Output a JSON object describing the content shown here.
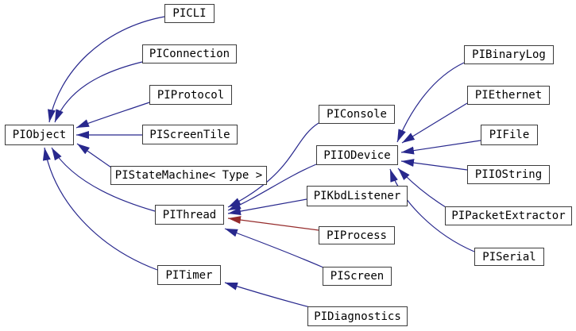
{
  "diagram": {
    "kind": "class-inheritance-graph",
    "root_class": "PIObject",
    "node_count": 20,
    "edge_count": 19
  },
  "colors": {
    "edge_public": "#28288d",
    "edge_private": "#952b2b",
    "node_border": "#3c3c3c",
    "node_bg": "#ffffff",
    "text": "#000000",
    "background": "#ffffff"
  },
  "nodes": {
    "piobject": {
      "label": "PIObject"
    },
    "picli": {
      "label": "PICLI"
    },
    "piconnection": {
      "label": "PIConnection"
    },
    "piprotocol": {
      "label": "PIProtocol"
    },
    "piscreentile": {
      "label": "PIScreenTile"
    },
    "pistatemachine": {
      "label": "PIStateMachine< Type >"
    },
    "pithread": {
      "label": "PIThread"
    },
    "pitimer": {
      "label": "PITimer"
    },
    "piconsole": {
      "label": "PIConsole"
    },
    "piiodevice": {
      "label": "PIIODevice"
    },
    "pikbdlistener": {
      "label": "PIKbdListener"
    },
    "piprocess": {
      "label": "PIProcess"
    },
    "piscreen": {
      "label": "PIScreen"
    },
    "pidiagnostics": {
      "label": "PIDiagnostics"
    },
    "pibinarylog": {
      "label": "PIBinaryLog"
    },
    "piethernet": {
      "label": "PIEthernet"
    },
    "pifile": {
      "label": "PIFile"
    },
    "piiostring": {
      "label": "PIIOString"
    },
    "pipacketextractor": {
      "label": "PIPacketExtractor"
    },
    "piserial": {
      "label": "PISerial"
    }
  },
  "edges": [
    {
      "from": "PICLI",
      "to": "PIObject",
      "style": "public"
    },
    {
      "from": "PIConnection",
      "to": "PIObject",
      "style": "public"
    },
    {
      "from": "PIProtocol",
      "to": "PIObject",
      "style": "public"
    },
    {
      "from": "PIScreenTile",
      "to": "PIObject",
      "style": "public"
    },
    {
      "from": "PIStateMachine< Type >",
      "to": "PIObject",
      "style": "public"
    },
    {
      "from": "PIThread",
      "to": "PIObject",
      "style": "public"
    },
    {
      "from": "PITimer",
      "to": "PIObject",
      "style": "public"
    },
    {
      "from": "PIConsole",
      "to": "PIThread",
      "style": "public"
    },
    {
      "from": "PIIODevice",
      "to": "PIThread",
      "style": "public"
    },
    {
      "from": "PIKbdListener",
      "to": "PIThread",
      "style": "public"
    },
    {
      "from": "PIProcess",
      "to": "PIThread",
      "style": "private"
    },
    {
      "from": "PIScreen",
      "to": "PIThread",
      "style": "public"
    },
    {
      "from": "PIBinaryLog",
      "to": "PIIODevice",
      "style": "public"
    },
    {
      "from": "PIEthernet",
      "to": "PIIODevice",
      "style": "public"
    },
    {
      "from": "PIFile",
      "to": "PIIODevice",
      "style": "public"
    },
    {
      "from": "PIIOString",
      "to": "PIIODevice",
      "style": "public"
    },
    {
      "from": "PIPacketExtractor",
      "to": "PIIODevice",
      "style": "public"
    },
    {
      "from": "PISerial",
      "to": "PIIODevice",
      "style": "public"
    },
    {
      "from": "PIDiagnostics",
      "to": "PITimer",
      "style": "public"
    }
  ]
}
